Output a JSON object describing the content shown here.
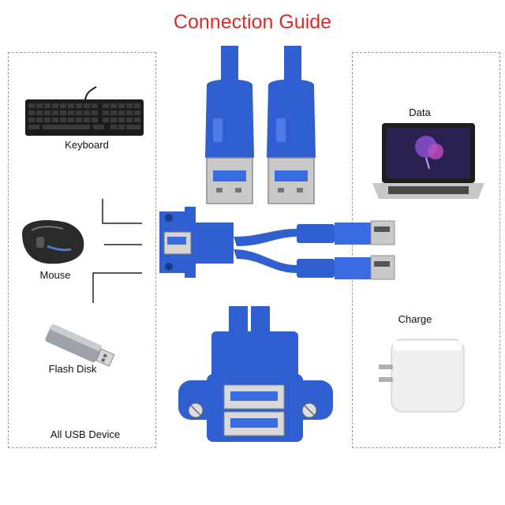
{
  "title": "Connection Guide",
  "left_panel": {
    "items": [
      {
        "label": "Keyboard",
        "icon": "keyboard-icon"
      },
      {
        "label": "Mouse",
        "icon": "mouse-icon"
      },
      {
        "label": "Flash Disk",
        "icon": "flash-disk-icon"
      }
    ],
    "footer": "All USB Device"
  },
  "right_panel": {
    "items": [
      {
        "label": "Data",
        "icon": "laptop-icon"
      },
      {
        "label": "Charge",
        "icon": "charger-icon"
      }
    ]
  },
  "colors": {
    "title": "#d92b2b",
    "cable": "#2f5fd0",
    "cable_dark": "#1f47a8"
  }
}
